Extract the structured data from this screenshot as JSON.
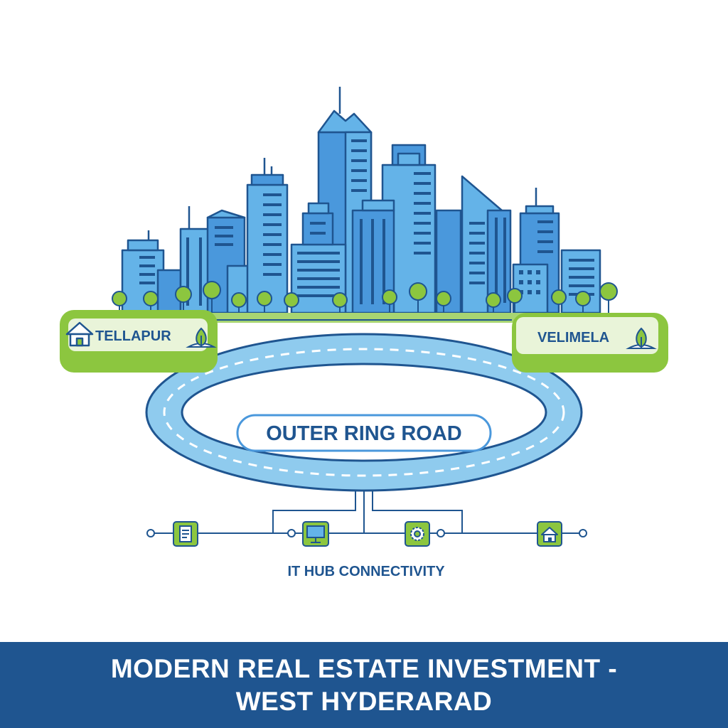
{
  "locations": {
    "left": "TELLAPUR",
    "right": "VELIMELA"
  },
  "ring_road": {
    "label": "OUTER RING ROAD"
  },
  "connectivity": {
    "label": "IT HUB CONNECTIVITY",
    "icons": [
      "document-icon",
      "monitor-icon",
      "gear-icon",
      "home-icon"
    ]
  },
  "banner": {
    "line1": "MODERN REAL ESTATE INVESTMENT -",
    "line2": "WEST HYDERARAD"
  },
  "colors": {
    "building_light": "#64b3e8",
    "building_mid": "#4a98dc",
    "outline": "#1f5590",
    "green": "#8cc63f",
    "road": "#8fcbee",
    "banner": "#1f5590"
  }
}
